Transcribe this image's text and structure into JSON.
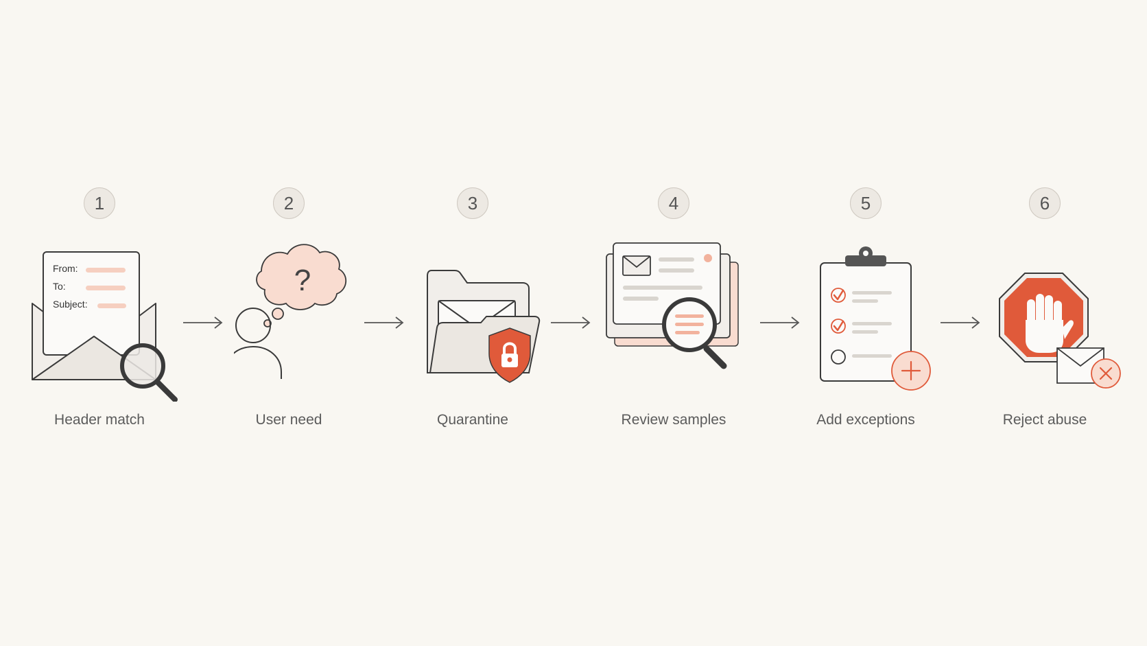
{
  "steps": [
    {
      "number": "1",
      "label": "Header match"
    },
    {
      "number": "2",
      "label": "User need"
    },
    {
      "number": "3",
      "label": "Quarantine"
    },
    {
      "number": "4",
      "label": "Review samples"
    },
    {
      "number": "5",
      "label": "Add exceptions"
    },
    {
      "number": "6",
      "label": "Reject abuse"
    }
  ],
  "header_fields": {
    "from": "From:",
    "to": "To:",
    "subject": "Subject:"
  },
  "question_mark": "?",
  "icons": [
    "envelope-header-search-icon",
    "user-question-icon",
    "folder-lock-icon",
    "document-review-search-icon",
    "clipboard-checklist-add-icon",
    "stop-hand-reject-icon",
    "arrow-right-icon"
  ],
  "colors": {
    "accent": "#e05a3a",
    "accent_light": "#f9dcd0",
    "outline": "#3a3a3a",
    "background": "#f9f7f2"
  }
}
